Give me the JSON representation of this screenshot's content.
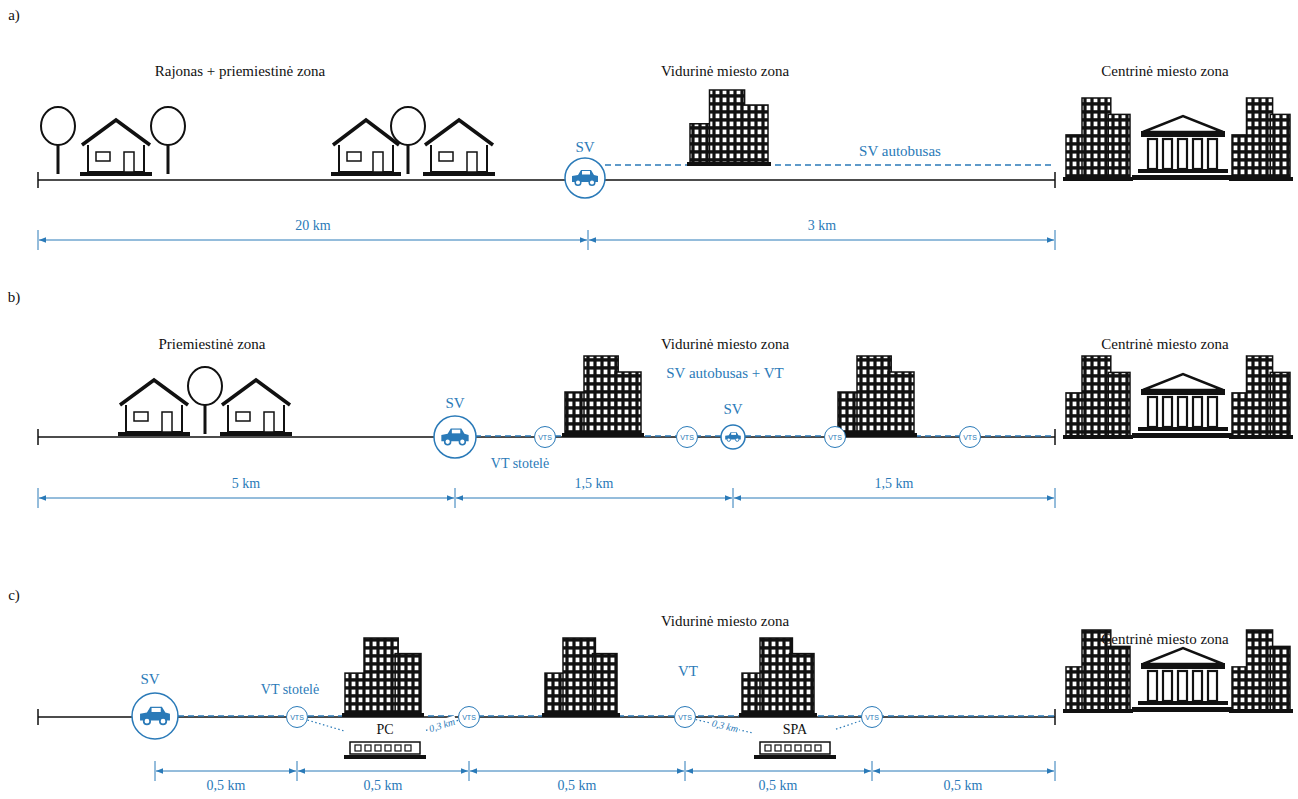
{
  "diagram": {
    "nodes": [
      {
        "text": [
          "VTS"
        ]
      },
      {
        "text": [
          "VTS"
        ]
      },
      {
        "text": [
          "VTS"
        ]
      },
      {
        "text": [
          "VTS"
        ]
      },
      {
        "text": [
          "VTS"
        ]
      },
      {
        "text": [
          "PC"
        ]
      },
      {
        "text": [
          "VTS"
        ]
      },
      {
        "text": [
          "VTS"
        ]
      },
      {
        "text": [
          "SPA"
        ]
      },
      {
        "text": [
          "VTS"
        ]
      }
    ],
    "edges": [
      {
        "from": 4,
        "to": 5,
        "arrow": "none"
      },
      {
        "from": 5,
        "to": 6,
        "arrow": "none",
        "label": "0,3 km"
      },
      {
        "from": 7,
        "to": 8,
        "arrow": "none",
        "label": "0,3 km"
      },
      {
        "from": 8,
        "to": 9,
        "arrow": "none"
      }
    ],
    "labels": [
      "a)",
      "Rajonas + priemiestinė zona",
      "Vidurinė miesto zona",
      "Centrinė miesto zona",
      "SV",
      "SV autobusas",
      "20 km",
      "3 km",
      "b)",
      "Priemiestinė zona",
      "Vidurinė miesto zona",
      "Centrinė miesto zona",
      "SV autobusas + VT",
      "SV",
      "SV",
      "VT stotelė",
      "5 km",
      "1,5 km",
      "1,5 km",
      "c)",
      "Vidurinė miesto zona",
      "Centrinė miesto zona",
      "SV",
      "VT stotelė",
      "VT",
      "0,5 km",
      "0,5 km",
      "0,5 km",
      "0,5 km",
      "0,5 km"
    ]
  }
}
